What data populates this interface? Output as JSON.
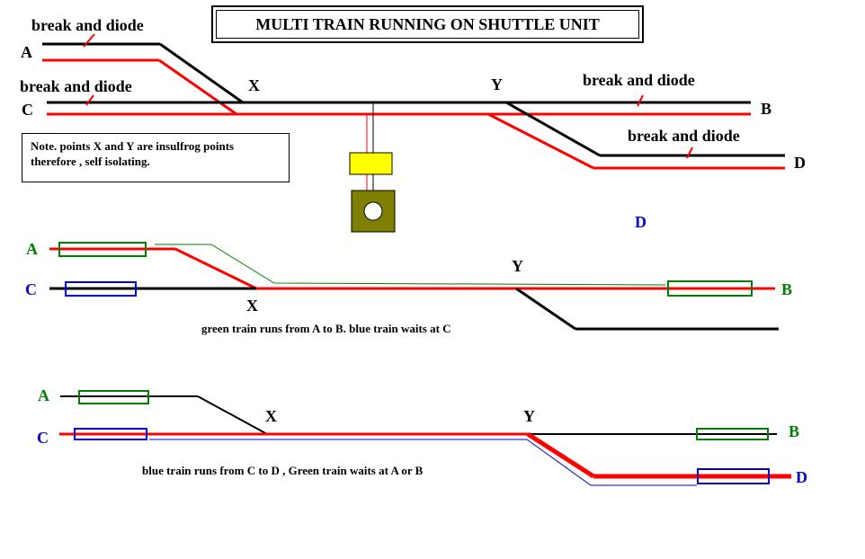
{
  "title": "MULTI TRAIN RUNNING ON SHUTTLE UNIT",
  "note": "Note. points X and Y are insulfrog points therefore , self isolating.",
  "colors": {
    "track": "#000000",
    "rail": "#ff0000",
    "green_train": "#008000",
    "blue_train": "#0000cc",
    "controller_body": "#808000",
    "controller_top": "#ffff00"
  },
  "diagram1": {
    "break_label_1": "break and diode",
    "break_label_2": "break and diode",
    "break_label_3": "break and diode",
    "break_label_4": "break and diode",
    "label_a": "A",
    "label_b": "B",
    "label_c": "C",
    "label_d": "D",
    "label_x": "X",
    "label_y": "Y",
    "stray_d": "D"
  },
  "diagram2": {
    "label_a": "A",
    "label_b": "B",
    "label_c": "C",
    "label_x": "X",
    "label_y": "Y",
    "caption": "green train runs from A to B. blue train waits at C"
  },
  "diagram3": {
    "label_a": "A",
    "label_b": "B",
    "label_c": "C",
    "label_d": "D",
    "label_x": "X",
    "label_y": "Y",
    "caption": "blue train runs from C to D , Green train waits at A or B"
  }
}
